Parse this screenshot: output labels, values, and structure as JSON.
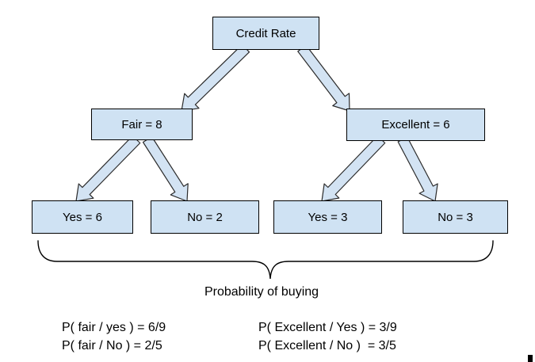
{
  "diagram": {
    "nodes": {
      "root": "Credit Rate",
      "fair": "Fair = 8",
      "excellent": "Excellent = 6",
      "fair_yes": "Yes = 6",
      "fair_no": "No = 2",
      "excellent_yes": "Yes = 3",
      "excellent_no": "No = 3"
    },
    "brace_caption": "Probability of buying",
    "probabilities": {
      "fair_yes": "P( fair / yes ) = 6/9",
      "fair_no": "P( fair / No ) = 2/5",
      "excellent_yes": "P( Excellent / Yes ) = 3/9",
      "excellent_no": "P( Excellent / No )  = 3/5"
    },
    "colors": {
      "node_fill": "#cfe2f3",
      "node_border": "#000000",
      "arrow_fill": "#d3e3f3",
      "arrow_stroke": "#2b2b2b",
      "brace_stroke": "#000000",
      "text": "#000000",
      "background": "#ffffff"
    }
  }
}
